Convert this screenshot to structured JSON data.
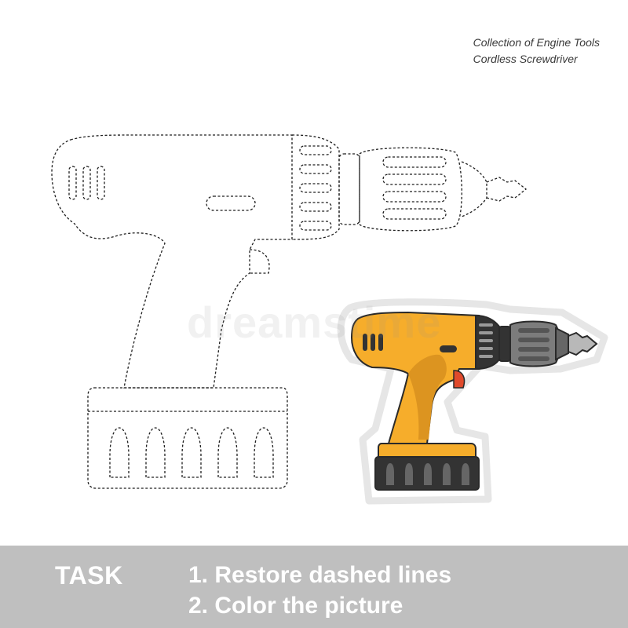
{
  "caption": {
    "line1": "Collection of Engine Tools",
    "line2": "Cordless Screwdriver"
  },
  "task": {
    "label": "TASK",
    "step1": "1. Restore dashed lines",
    "step2": "2. Color the picture"
  },
  "watermark": "dreamstime",
  "colors": {
    "body_yellow": "#f6ad2b",
    "body_dark_yellow": "#dc9420",
    "handle_dark": "#333333",
    "chuck_gray": "#7c7c7c",
    "bit_gray": "#b8b8b8",
    "trigger_red": "#e04a2c",
    "outline": "#2a2a2a",
    "sticker_border": "#e6e6e6",
    "task_bar": "#bfbfbf",
    "dash": "#1e1e1e"
  }
}
